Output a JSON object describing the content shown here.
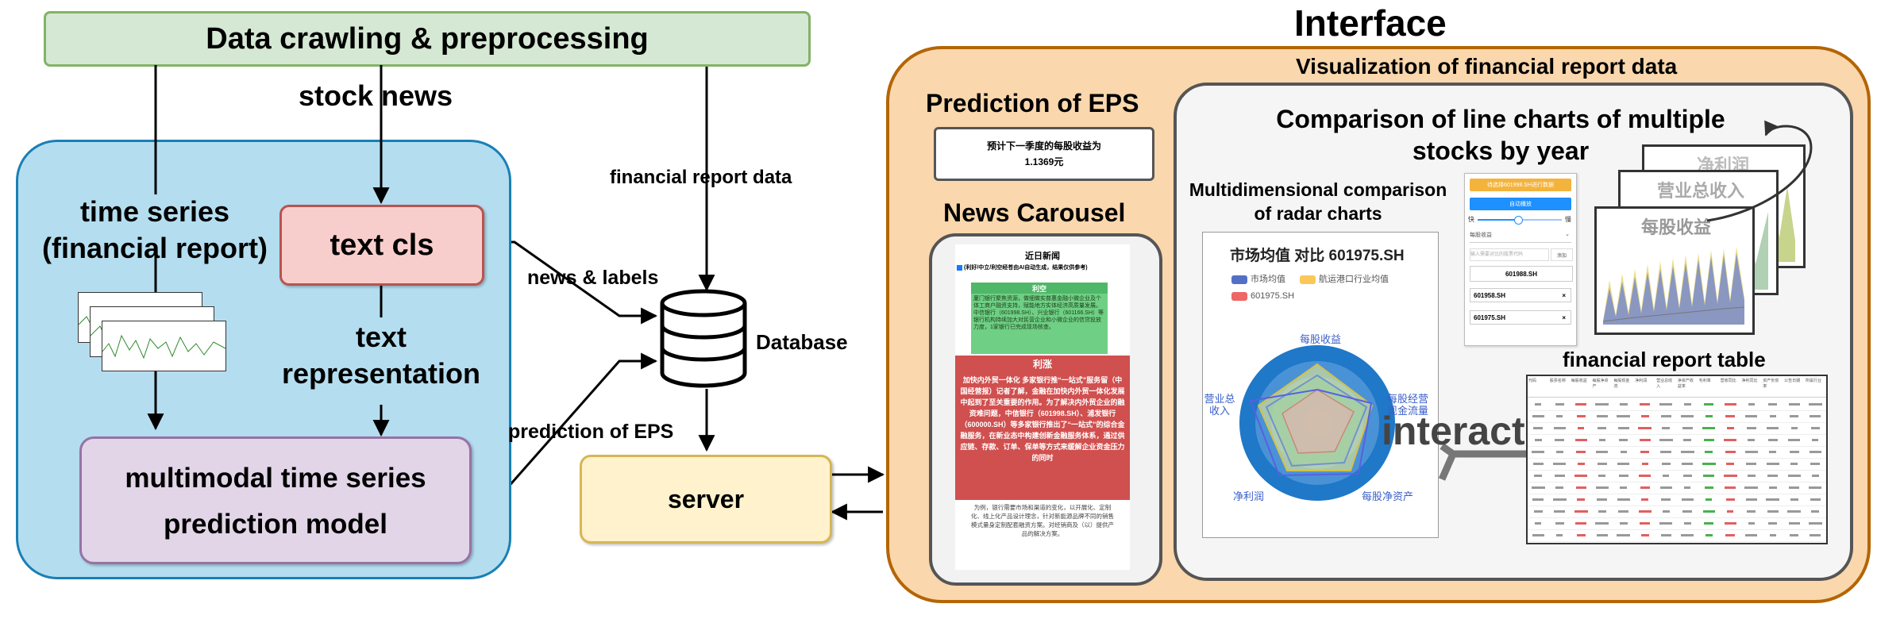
{
  "pipeline": {
    "data_crawling_title": "Data crawling & preprocessing",
    "stock_news_label": "stock news",
    "time_series_label_1": "time series",
    "time_series_label_2": "(financial report)",
    "text_cls_label": "text cls",
    "text_representation_1": "text",
    "text_representation_2": "representation",
    "model_label_1": "multimodal time series",
    "model_label_2": "prediction model",
    "news_labels_edge": "news & labels",
    "prediction_eps_edge": "prediction of EPS",
    "financial_report_data_edge": "financial report data",
    "database_label": "Database",
    "server_label": "server"
  },
  "interface": {
    "title": "Interface",
    "viz_title": "Visualization of financial report data",
    "eps_panel": {
      "title": "Prediction of EPS",
      "text_1": "预计下一季度的每股收益为",
      "text_2": "1.1369元"
    },
    "news_carousel": {
      "title": "News Carousel",
      "header": "近日新闻",
      "subheader": "(利好/中立/利空经苍由AI自动生成，结果仅供参考)",
      "green_tag": "利空",
      "green_text": "厦门银行聚焦资源，做细做实普惠金融小微企业及个体工商户融资支持，赋能地方实体经济高质量发展。中信银行（601998.SH）、兴业银行（601166.SH）等银行机构持续加大对民营企业和小微企业的信贷投放力度，1家银行已完成现场核查。",
      "red_tag": "利涨",
      "red_text": "加快内外贸一体化 多家银行推“一站式”服务留（中国经营报）记者了解，金融在加快内外贸一体化发展中起到了至关重要的作用。为了解决内外贸企业的融资难问题，中信银行（601998.SH）、浦发银行（600000.SH）等多家银行推出了“一站式”的综合金融服务，在新业态中构建创新金融服务体系，通过供应链、存款、订单、保单等方式来缓解企业资金压力的同时",
      "bottom_text": "为例，银行需要市场和渠道的变化，以开展化、定制化、线上化产品设计理念，针对新能源品牌不同的销售模式量身定制配套融资方案。对经销商及（以）提供产品的解决方案。"
    },
    "line_charts": {
      "title_1": "Comparison of line charts of multiple",
      "title_2": "stocks by year",
      "chart_labels": [
        "净利润",
        "营业总收入",
        "每股收益"
      ],
      "control": {
        "top_button": "待选择601998.SH进行数据",
        "auto_button": "自动播放",
        "speed_left": "快",
        "speed_right": "慢",
        "select_value": "每股收益",
        "input_placeholder": "输入需要对比的股票代码",
        "add_button": "添加",
        "stock_primary": "601988.SH",
        "stock_items": [
          "601958.SH",
          "601975.SH"
        ],
        "remove_icon": "×"
      }
    },
    "radar": {
      "title_1": "Multidimensional comparison",
      "title_2": "of radar charts",
      "chart_title": "市场均值 对比 601975.SH",
      "legend": [
        "市场均值",
        "航运港口行业均值",
        "601975.SH"
      ],
      "legend_colors": [
        "#5470c6",
        "#fac858",
        "#ee6666"
      ],
      "indicators": [
        "每股收益",
        "每股经营现金流量",
        "每股净资产",
        "净利润",
        "营业总收入"
      ]
    },
    "interaction_label": "interaction",
    "table": {
      "title": "financial report table",
      "headers": [
        "代码",
        "股票名称",
        "每股收益",
        "每股净资产",
        "每股现金流",
        "净利润",
        "营业总收入",
        "净资产收益率",
        "毛利率",
        "营收同比",
        "净利同比",
        "资产负债率",
        "公告日期",
        "所属行业"
      ]
    }
  }
}
